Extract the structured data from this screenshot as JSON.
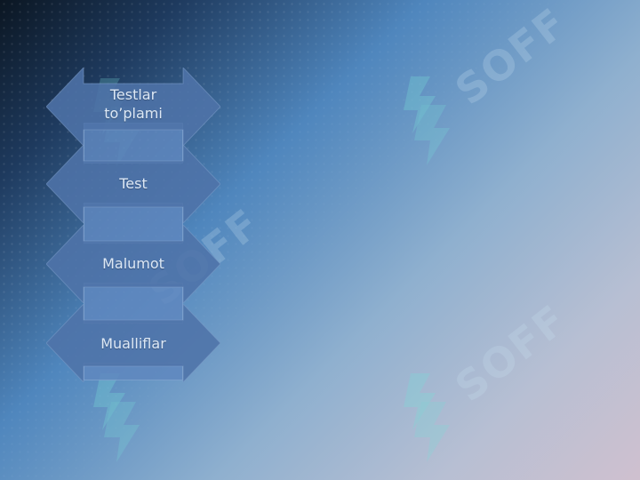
{
  "menu": {
    "items": [
      {
        "label": "Testlar\nto’plami"
      },
      {
        "label": "Test"
      },
      {
        "label": "Malumot"
      },
      {
        "label": "Mualliflar"
      }
    ]
  },
  "watermark": {
    "text": "SOFF"
  },
  "colors": {
    "arrow_fill": "#4f73a8",
    "connector_fill": "#5f87be",
    "label_color": "#dde8f5"
  }
}
